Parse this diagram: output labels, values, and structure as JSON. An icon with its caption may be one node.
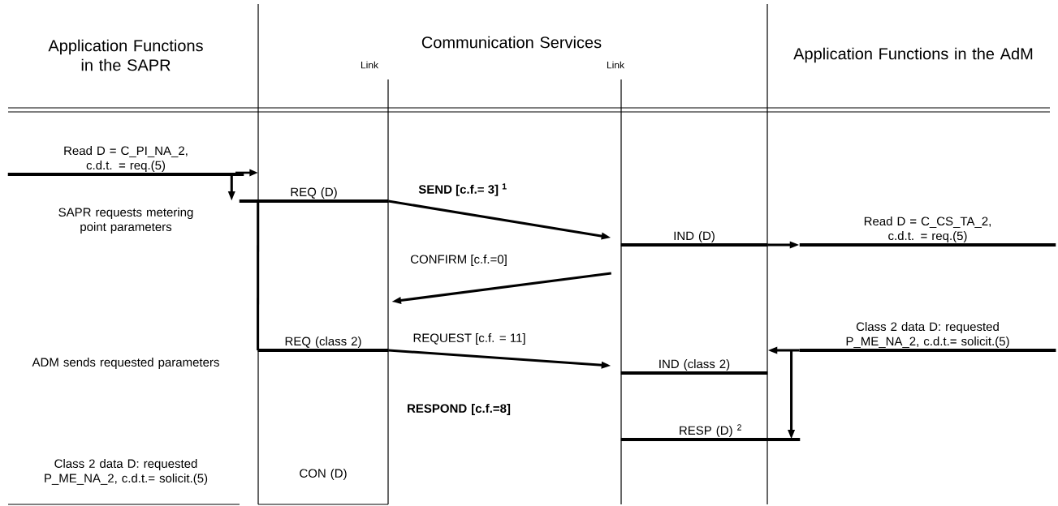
{
  "diagram": {
    "nodes": [
      {
        "text": [
          "Read D = C_PI_NA_2, c.d.t. = req.(5)"
        ]
      },
      {
        "text": [
          "REQ (D)"
        ]
      },
      {
        "text": [
          "IND (D)"
        ]
      },
      {
        "text": [
          "Read D = C_CS_TA_2, c.d.t. = req.(5)"
        ]
      },
      {
        "text": [
          "REQ (class 2)"
        ]
      },
      {
        "text": [
          "IND (class 2)"
        ]
      },
      {
        "text": [
          "Class 2 data D: requested P_ME_NA_2, c.d.t.= solicit.(5)"
        ]
      },
      {
        "text": [
          "RESP (D) $^{2}$"
        ]
      }
    ],
    "edges": [
      {
        "from": 0,
        "to": 1,
        "arrow": "to"
      },
      {
        "from": 1,
        "to": 2,
        "arrow": "to",
        "label": "SEND [c.f.= 3] $^{1}$"
      },
      {
        "from": 2,
        "to": 3,
        "arrow": "to"
      },
      {
        "from": 2,
        "to": null,
        "arrow": "to",
        "label": "CONFIRM [c.f.=0]"
      },
      {
        "from": 1,
        "to": 4,
        "arrow": "none"
      },
      {
        "from": 4,
        "to": 5,
        "arrow": "to",
        "label": "REQUEST [c.f. = 11]"
      },
      {
        "from": 6,
        "to": 5,
        "arrow": "to"
      },
      {
        "from": 6,
        "to": 7,
        "arrow": "to"
      }
    ],
    "labels": [
      "Application Functions in the SAPR",
      "Communication Services",
      "Link",
      "Link",
      "Application Functions in the AdM",
      "SAPR requests metering point parameters",
      "ADM sends requested parameters",
      "RESPOND [c.f.=8]",
      "Class 2 data D: requested P_ME_NA_2, c.d.t.= solicit.(5)",
      "CON (D)"
    ]
  }
}
